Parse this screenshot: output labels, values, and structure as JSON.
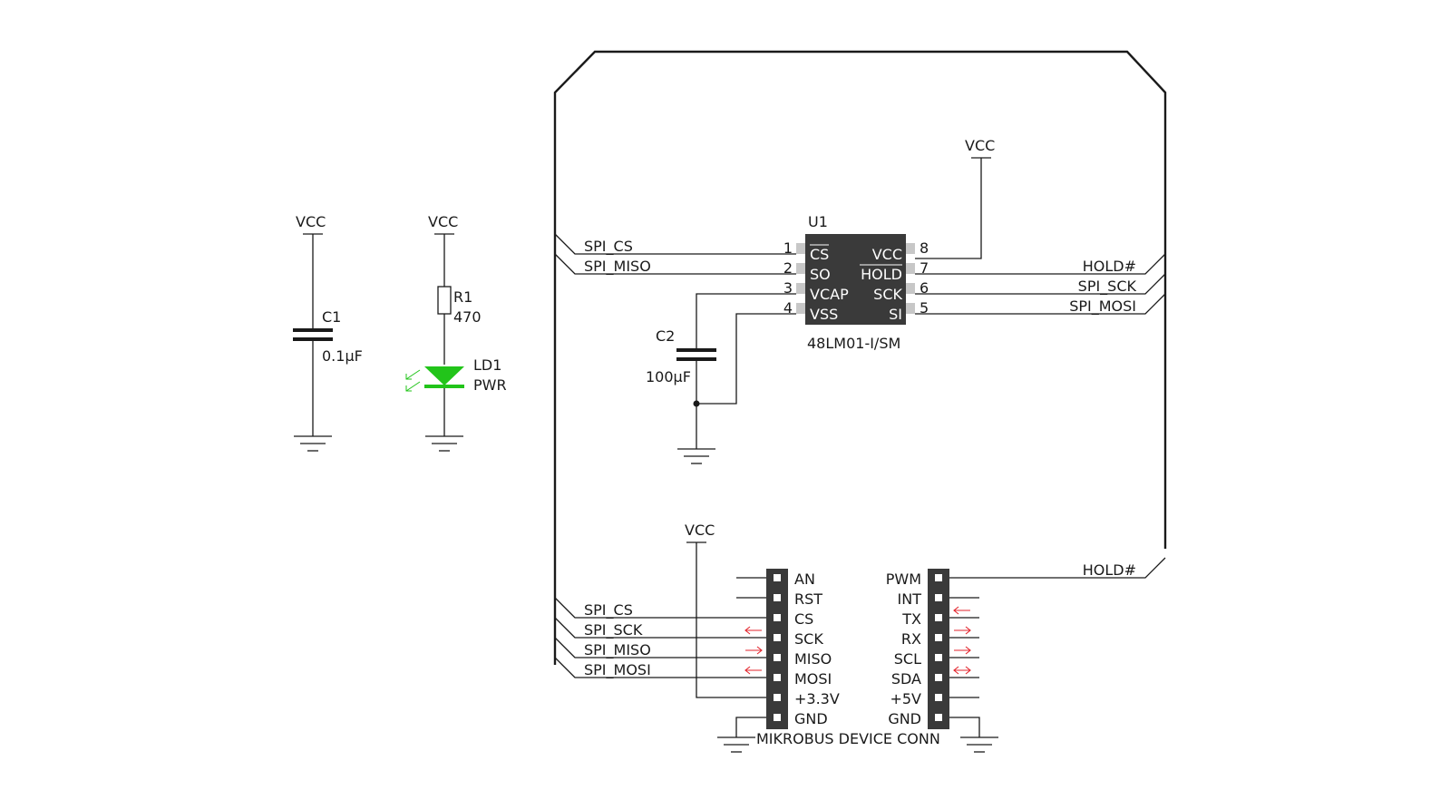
{
  "c1": {
    "vcc": "VCC",
    "ref": "C1",
    "value": "0.1µF"
  },
  "led": {
    "vcc": "VCC",
    "r_ref": "R1",
    "r_value": "470",
    "led_ref": "LD1",
    "led_value": "PWR",
    "led_color": "#22c41a"
  },
  "u1": {
    "ref": "U1",
    "part": "48LM01-I/SM",
    "vcc_top": "VCC",
    "left_pins": [
      {
        "num": "1",
        "name": "CS",
        "net": "SPI_CS"
      },
      {
        "num": "2",
        "name": "SO",
        "net": "SPI_MISO"
      },
      {
        "num": "3",
        "name": "VCAP",
        "net": ""
      },
      {
        "num": "4",
        "name": "VSS",
        "net": ""
      }
    ],
    "right_pins": [
      {
        "num": "8",
        "name": "VCC",
        "net": ""
      },
      {
        "num": "7",
        "name": "HOLD",
        "net": "HOLD#"
      },
      {
        "num": "6",
        "name": "SCK",
        "net": "SPI_SCK"
      },
      {
        "num": "5",
        "name": "SI",
        "net": "SPI_MOSI"
      }
    ]
  },
  "c2": {
    "ref": "C2",
    "value": "100µF"
  },
  "mikrobus": {
    "title": "MIKROBUS DEVICE CONN",
    "vcc": "VCC",
    "left_pins": [
      "AN",
      "RST",
      "CS",
      "SCK",
      "MISO",
      "MOSI",
      "+3.3V",
      "GND"
    ],
    "right_pins": [
      "PWM",
      "INT",
      "TX",
      "RX",
      "SCL",
      "SDA",
      "+5V",
      "GND"
    ],
    "left_nets": [
      "SPI_CS",
      "SPI_SCK",
      "SPI_MISO",
      "SPI_MOSI"
    ],
    "right_net": "HOLD#",
    "left_arrows": [
      "←",
      "→",
      "←"
    ],
    "right_arrows": [
      "←",
      "→",
      "→",
      "↔"
    ]
  },
  "colors": {
    "wire": "#1a1a1a",
    "chip": "#3a3a3a",
    "arrow": "#e3262e",
    "led": "#22c41a"
  }
}
